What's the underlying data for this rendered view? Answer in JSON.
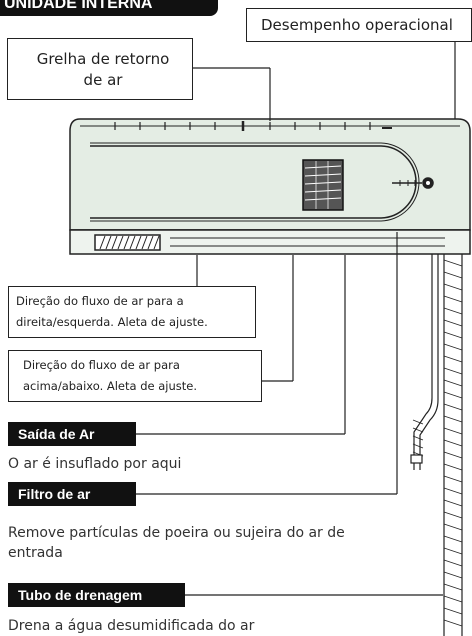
{
  "section_title": "UNIDADE INTERNA",
  "labels": {
    "desempenho": "Desempenho operacional",
    "grelha": "Grelha de retorno de ar",
    "fluxo_lateral": "Direção do fluxo de ar para a direita/esquerda. Aleta de ajuste.",
    "fluxo_vertical": "Direção do fluxo de ar para acima/abaixo. Aleta de ajuste.",
    "saida_title": "Saída de Ar",
    "saida_desc": "O ar é insuflado por aqui",
    "filtro_title": "Filtro de ar",
    "filtro_desc": "Remove partículas de poeira ou sujeira do ar de entrada",
    "tubo_title": "Tubo de drenagem",
    "tubo_desc": "Drena a água desumidificada do ar"
  },
  "colors": {
    "unit_body": "#e4ede4",
    "outline": "#222222",
    "tag_bg": "#111111"
  }
}
